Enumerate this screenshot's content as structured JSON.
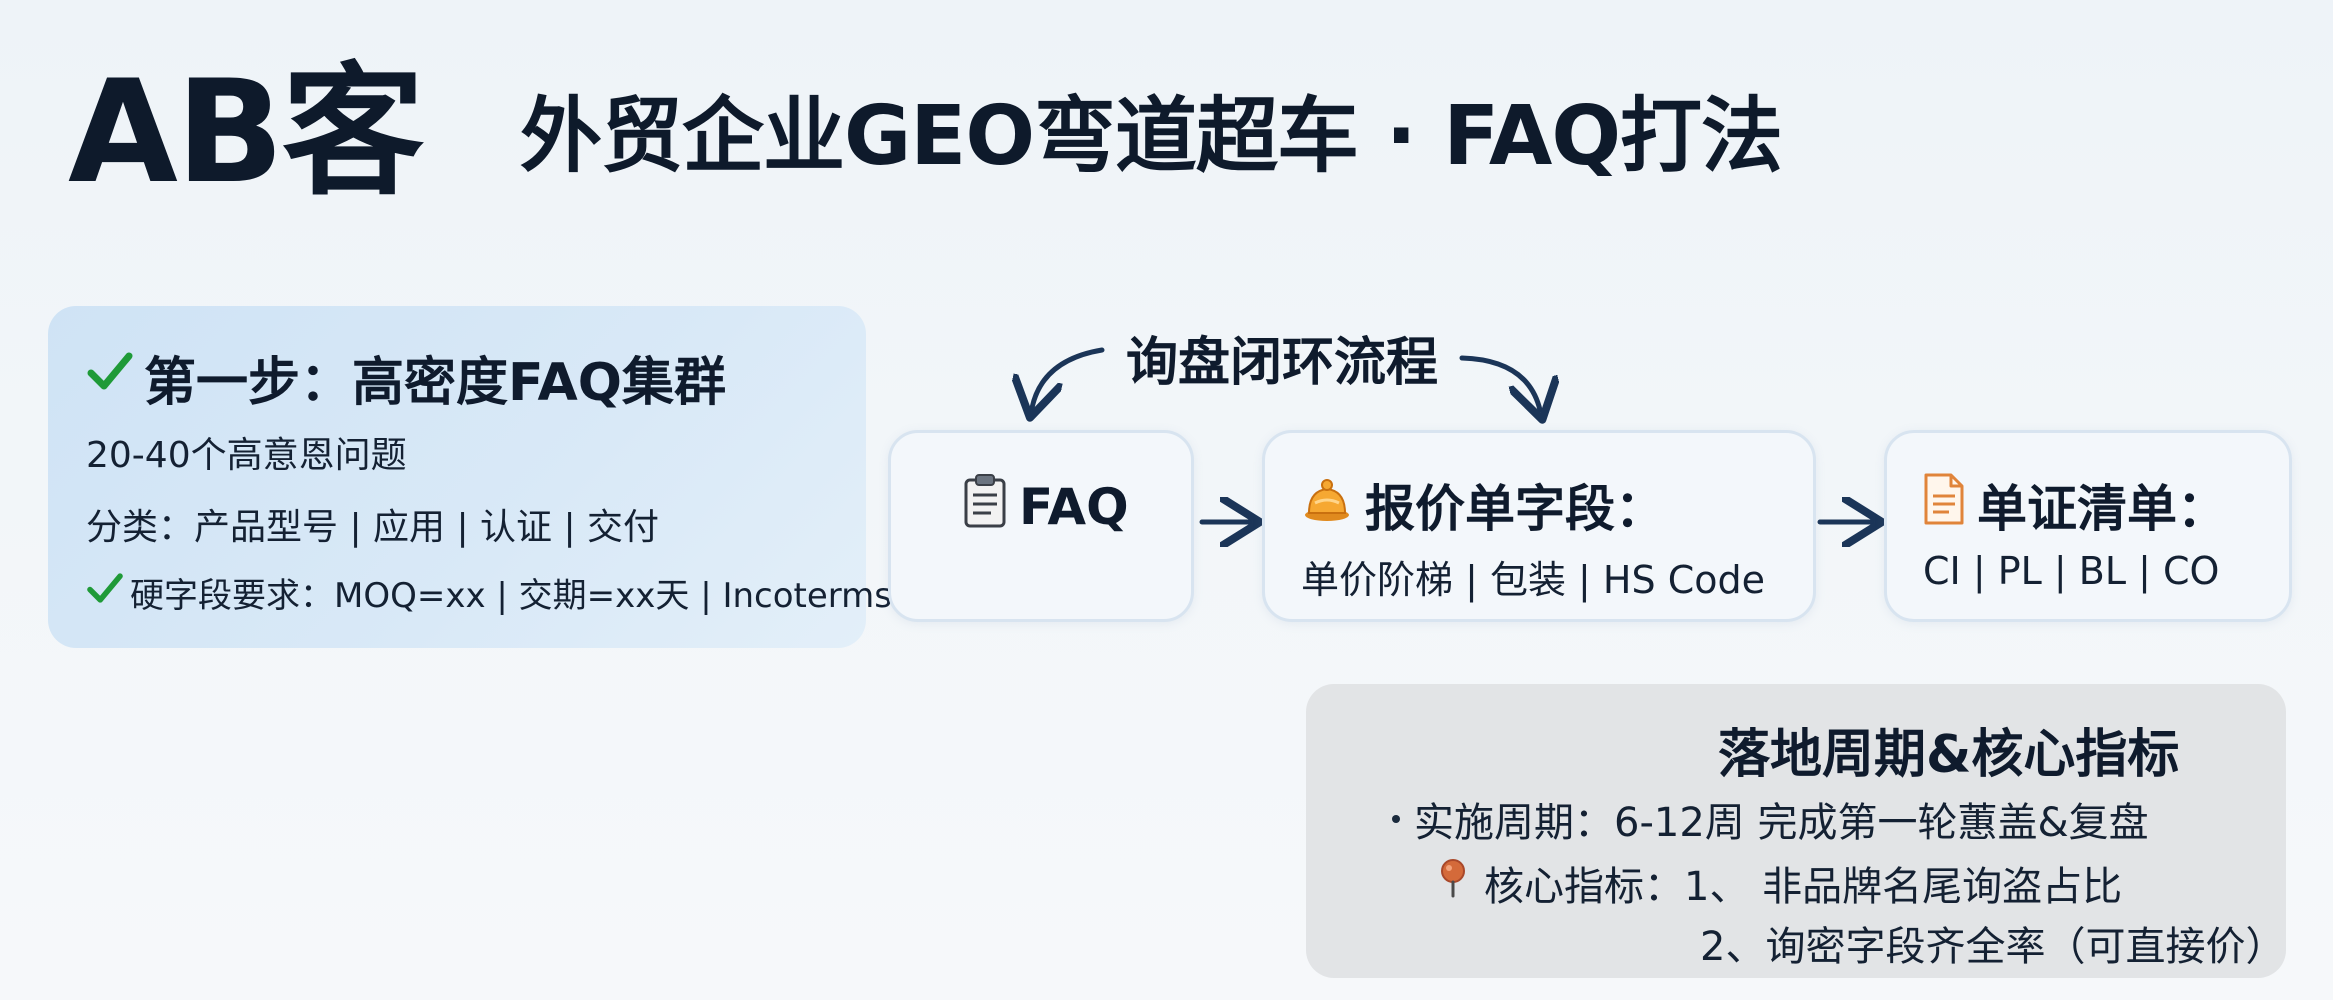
{
  "brand": "AB客",
  "title": "外贸企业GEO弯道超车 · FAQ打法",
  "step1": {
    "title": "第一步：高密度FAQ集群",
    "line1": "20-40个高意恩问题",
    "line2": "分类：产品型号 | 应用 | 认证 | 交付",
    "line3": "硬字段要求：MOQ=xx | 交期=xx天 | Incotermss=FOB/CIF/DBP",
    "check_icon": "check-icon",
    "accent_color": "#1f9a38"
  },
  "flow": {
    "label": "询盘闭环流程",
    "boxes": [
      {
        "icon": "clipboard-icon",
        "title": "FAQ",
        "subtitle": ""
      },
      {
        "icon": "bell-icon",
        "title": "报价单字段：",
        "subtitle": "单价阶梯 | 包装 | HS Code"
      },
      {
        "icon": "document-icon",
        "title": "单证清单：",
        "subtitle": "CI | PL | BL | CO"
      }
    ],
    "arrow_color": "#1b3558"
  },
  "metrics": {
    "title": "落地周期&核心指标",
    "line1": "实施周期：6-12周 完成第一轮蕙盖&复盘",
    "line2": "核心指标：1、 非品牌名尾询盗占比",
    "line3": "2、询密字段齐全率（可直接价）",
    "pin_icon": "pin-icon"
  }
}
